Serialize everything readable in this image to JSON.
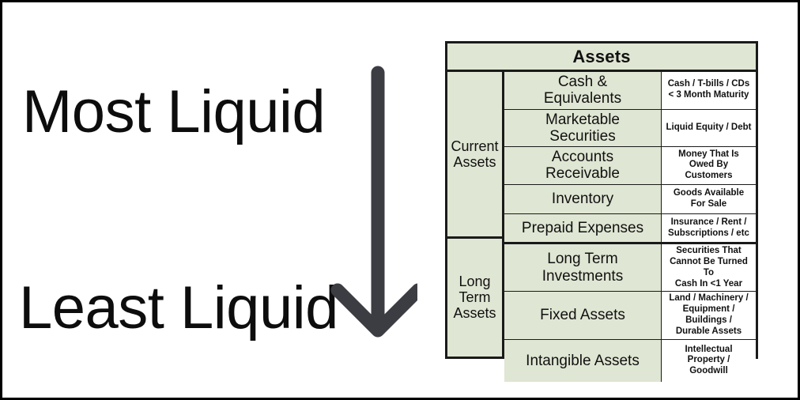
{
  "colors": {
    "cell_green": "#dfe6d3",
    "cell_white": "#ffffff",
    "border": "#1a1a1a",
    "text": "#111111",
    "arrow": "#3c3c43",
    "frame": "#000000"
  },
  "left_labels": {
    "most": "Most Liquid",
    "least": "Least Liquid"
  },
  "arrow": {
    "name": "down-arrow",
    "direction": "down"
  },
  "table": {
    "title": "Assets",
    "groups": [
      {
        "label": "Current\nAssets",
        "label_lines": [
          "Current",
          "Assets"
        ],
        "rows": 5
      },
      {
        "label": "Long\nTerm\nAssets",
        "label_lines": [
          "Long",
          "Term",
          "Assets"
        ],
        "rows": 3
      }
    ],
    "rows": [
      {
        "group": "Current Assets",
        "item_lines": [
          "Cash &",
          "Equivalents"
        ],
        "desc_lines": [
          "Cash / T-bills / CDs",
          "< 3 Month Maturity"
        ],
        "height": 46
      },
      {
        "group": "Current Assets",
        "item_lines": [
          "Marketable",
          "Securities"
        ],
        "desc_lines": [
          "Liquid Equity / Debt"
        ],
        "height": 45
      },
      {
        "group": "Current Assets",
        "item_lines": [
          "Accounts",
          "Receivable"
        ],
        "desc_lines": [
          "Money That Is",
          "Owed By Customers"
        ],
        "height": 45
      },
      {
        "group": "Current Assets",
        "item_lines": [
          "Inventory"
        ],
        "desc_lines": [
          "Goods Available",
          "For Sale"
        ],
        "height": 38
      },
      {
        "group": "Current Assets",
        "item_lines": [
          "Prepaid Expenses"
        ],
        "desc_lines": [
          "Insurance / Rent /",
          "Subscriptions / etc"
        ],
        "height": 38
      },
      {
        "group": "Long Term Assets",
        "item_lines": [
          "Long Term",
          "Investments"
        ],
        "desc_lines": [
          "Securities That",
          "Cannot Be Turned To",
          "Cash In <1 Year"
        ],
        "height": 48
      },
      {
        "group": "Long Term Assets",
        "item_lines": [
          "Fixed Assets"
        ],
        "desc_lines": [
          "Land / Machinery /",
          "Equipment / Buildings /",
          "Durable Assets"
        ],
        "height": 48
      },
      {
        "group": "Long Term Assets",
        "item_lines": [
          "Intangible Assets"
        ],
        "desc_lines": [
          "Intellectual Property /",
          "Goodwill"
        ],
        "height": 54
      }
    ]
  }
}
